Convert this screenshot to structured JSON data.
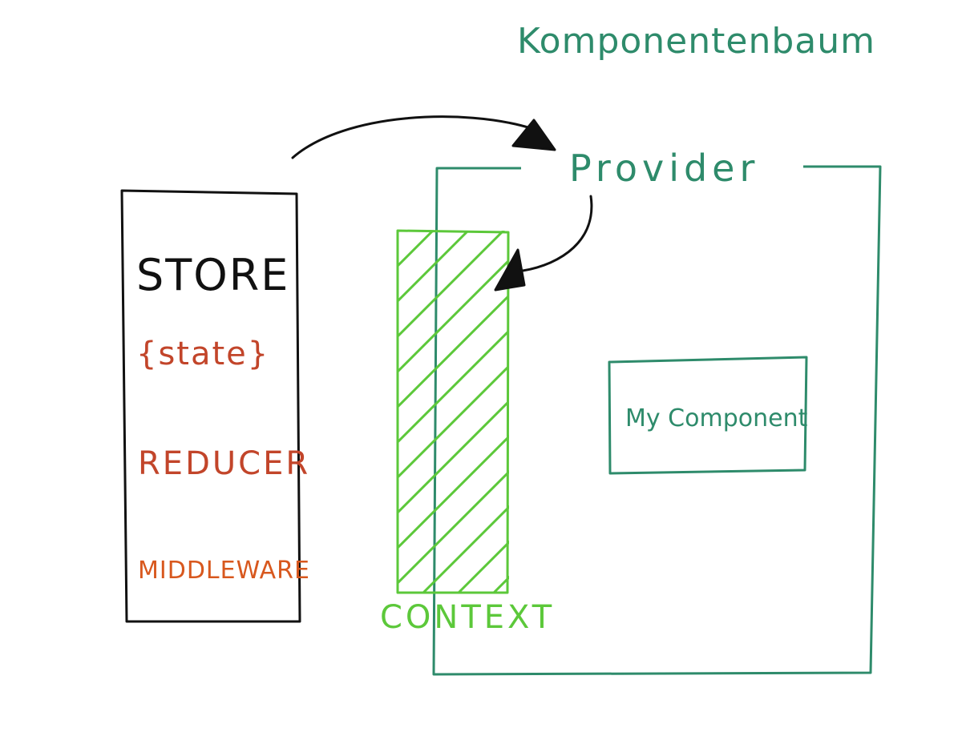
{
  "diagram": {
    "title": "Komponentenbaum",
    "store": {
      "label": "STORE",
      "items": [
        "{state}",
        "REDUCER",
        "MIDDLEWARE"
      ]
    },
    "provider_label": "Provider",
    "context_label": "CONTEXT",
    "component_label": "My Component"
  },
  "colors": {
    "tree_green": "#2e8b6b",
    "context_green": "#5cc83a",
    "store_ink": "#111111",
    "state_red": "#c2452a",
    "middleware_orange": "#d8581e",
    "arrow_ink": "#111111"
  }
}
